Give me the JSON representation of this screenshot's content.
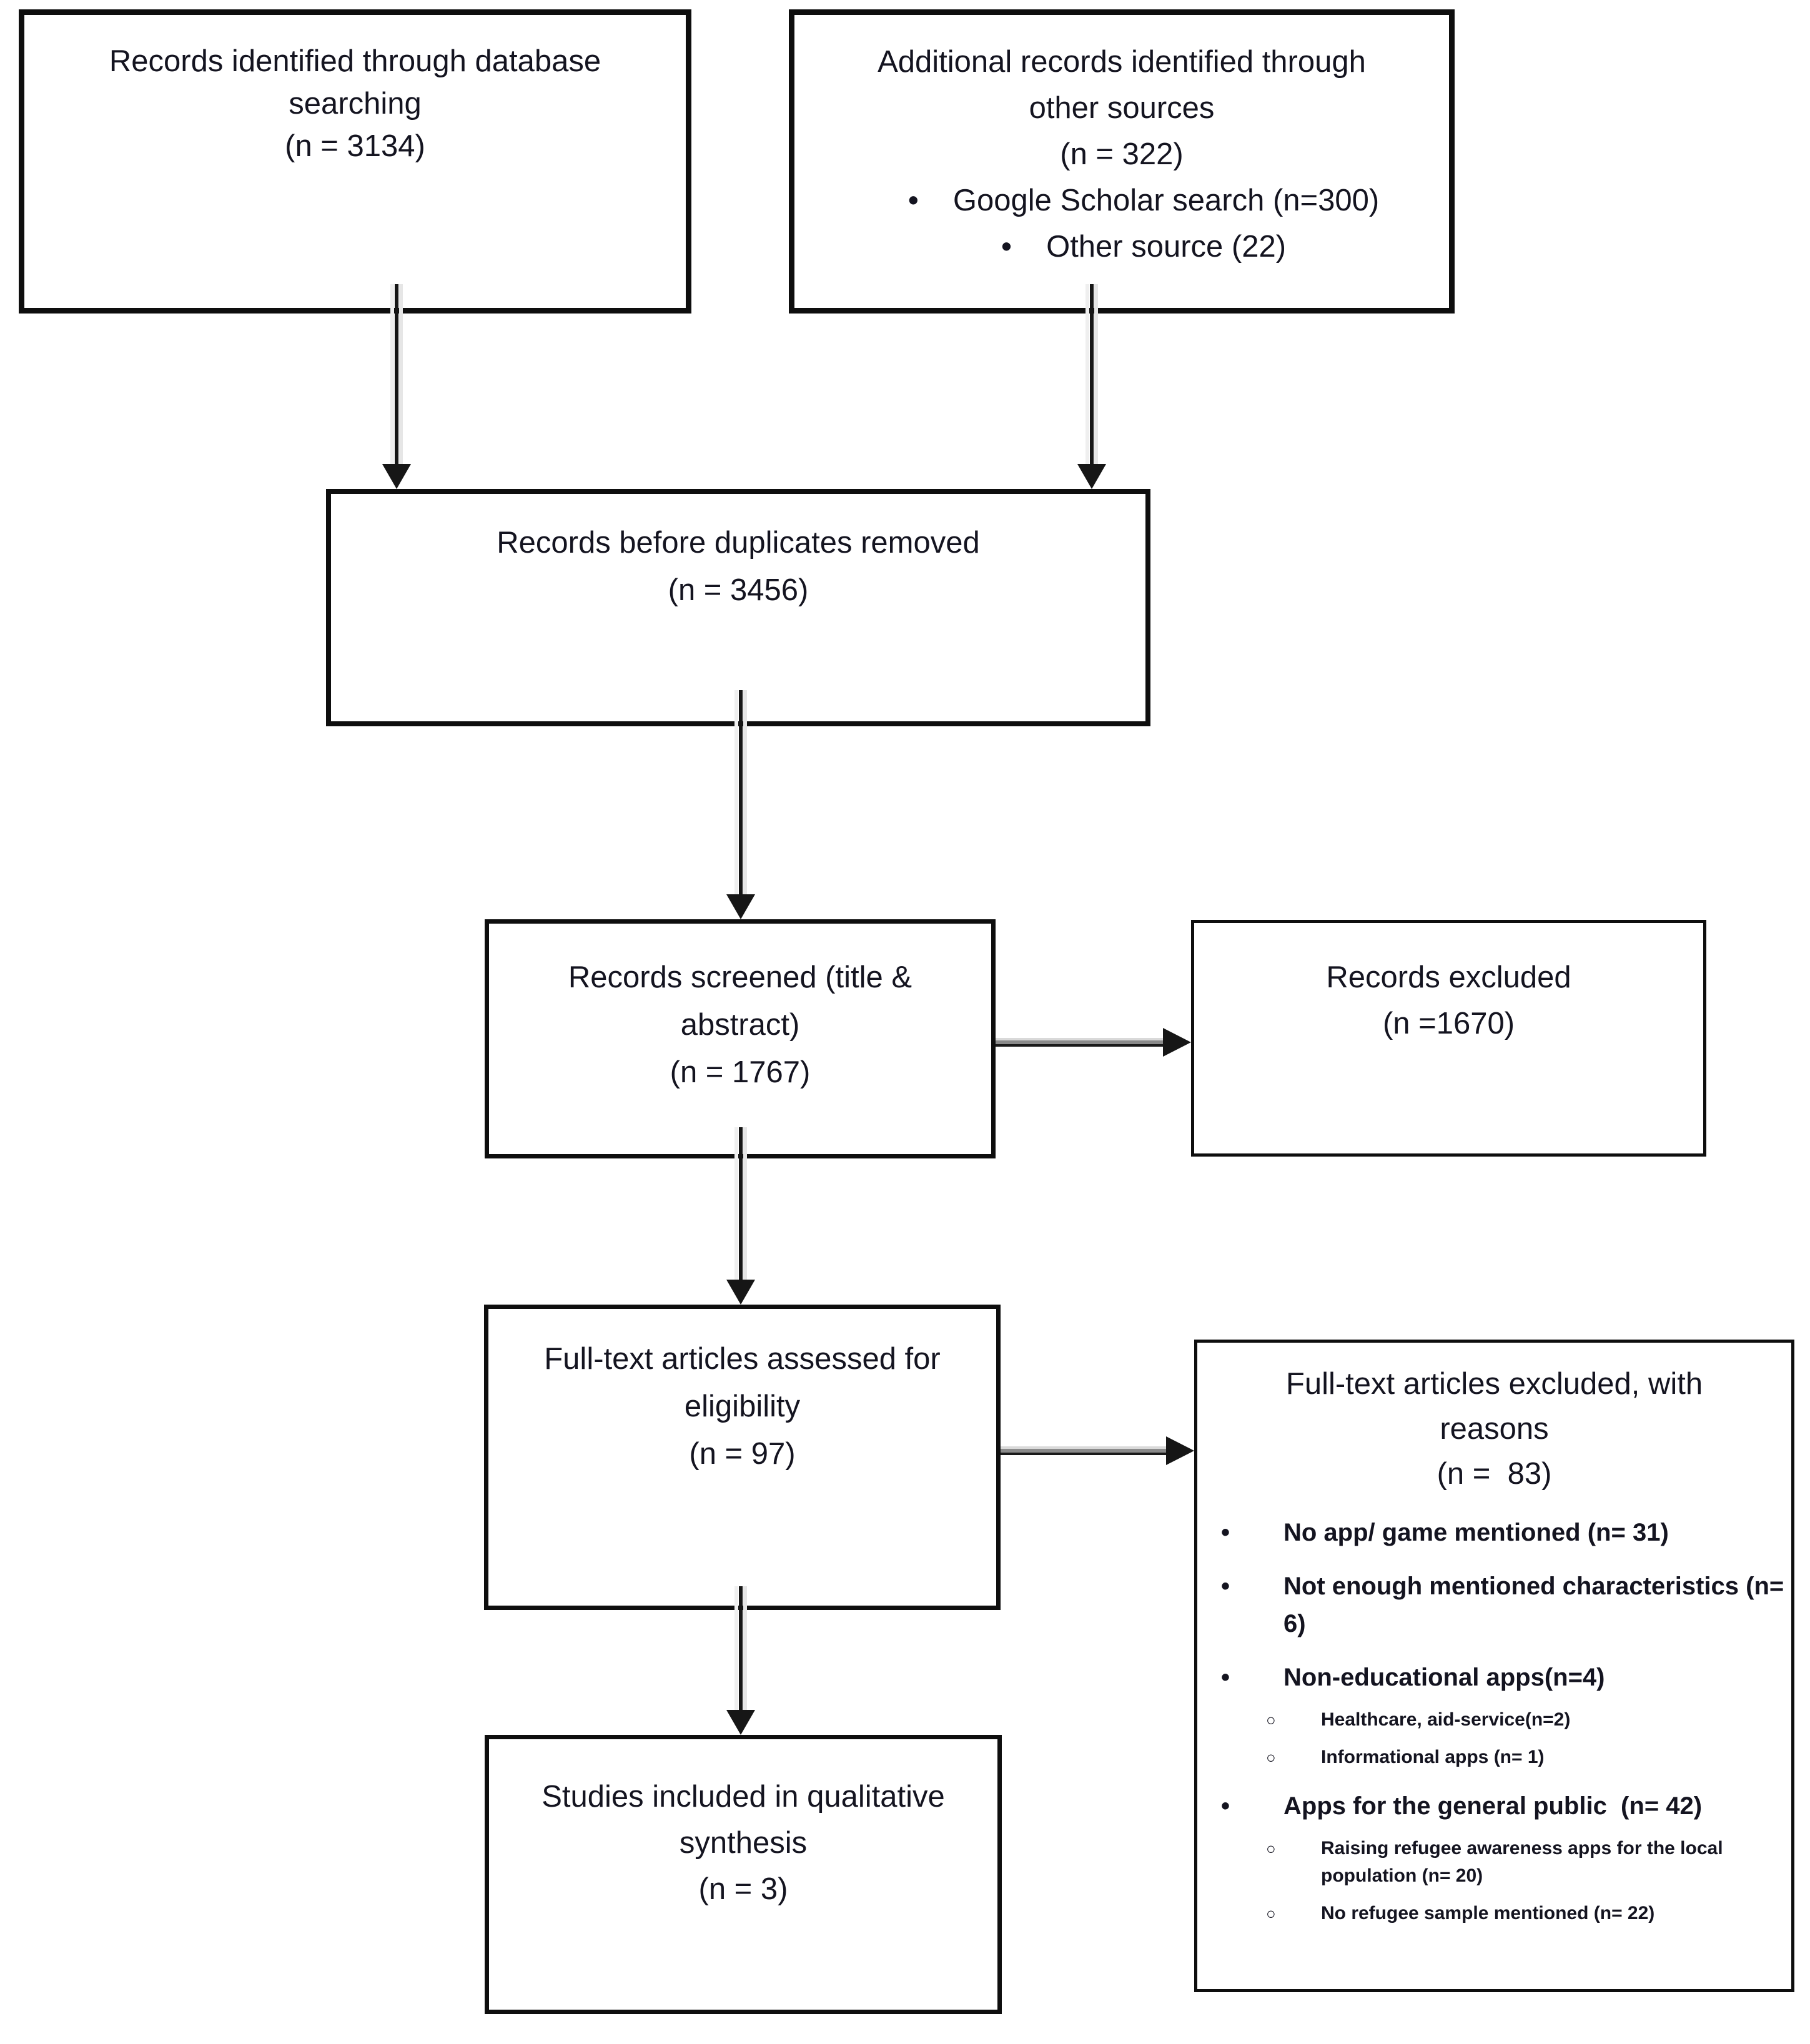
{
  "flowchart": {
    "boxes": {
      "records_identified": {
        "line1": "Records identified through database",
        "line2": "searching",
        "count": "(n = 3134)"
      },
      "additional_records": {
        "line1": "Additional records identified through",
        "line2": "other sources",
        "count": "(n = 322)",
        "bullet_1": "Google Scholar search (n=300)",
        "bullet_2": "Other source (22)"
      },
      "before_duplicates": {
        "line1": "Records before duplicates removed",
        "count": "(n = 3456)"
      },
      "records_screened": {
        "line1": "Records screened (title &",
        "line2": "abstract)",
        "count": "(n = 1767)"
      },
      "records_excluded": {
        "line1": "Records excluded",
        "count": "(n =1670)"
      },
      "fulltext_assessed": {
        "line1": "Full-text articles assessed for",
        "line2": "eligibility",
        "count": "(n = 97)"
      },
      "fulltext_excluded": {
        "line1": "Full-text articles excluded, with",
        "line2": "reasons",
        "count": "(n =  83)",
        "reasons": [
          {
            "level": 1,
            "text": "No app/ game mentioned (n= 31)"
          },
          {
            "level": 1,
            "text": "Not enough mentioned characteristics (n= 6)"
          },
          {
            "level": 1,
            "text": "Non-educational apps(n=4)"
          },
          {
            "level": 2,
            "text": "Healthcare, aid-service(n=2)"
          },
          {
            "level": 2,
            "text": "Informational apps (n= 1)"
          },
          {
            "level": 1,
            "text": "Apps for the general public  (n= 42)"
          },
          {
            "level": 2,
            "text": "Raising refugee awareness apps for the local population (n= 20)"
          },
          {
            "level": 2,
            "text": "No refugee sample mentioned (n= 22)"
          }
        ]
      },
      "studies_included": {
        "line1": "Studies included in qualitative",
        "line2": "synthesis",
        "count": "(n = 3)"
      }
    },
    "icons": {
      "bullet_filled": "•",
      "bullet_open": "○"
    },
    "colors": {
      "border": "#0e0e0e",
      "text": "#141420",
      "arrow": "#161616",
      "background": "#ffffff"
    }
  }
}
